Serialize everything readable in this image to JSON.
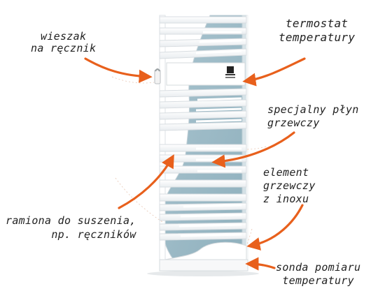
{
  "labels": {
    "towel_hook": {
      "line1": "wieszak",
      "line2": "na ręcznik"
    },
    "thermostat": {
      "line1": "termostat",
      "line2": "temperatury"
    },
    "heating_plate": {
      "line1": "specjalny płyn",
      "line2": "grzewczy"
    },
    "heating_element": {
      "line1": "element",
      "line2": "grzewczy",
      "line3": "z inoxu"
    },
    "drying_arms": {
      "line1": "ramiona do suszenia,",
      "line2": "np. ręczników"
    },
    "temp_probe": {
      "line1": "sonda pomiaru",
      "line2": "temperatury"
    }
  },
  "colors": {
    "arrow": "#e8601c",
    "panel_blue": "#9dbac6",
    "radiator_white": "#ffffff",
    "outline": "#d9dee2"
  },
  "icons": {
    "arrow": "curved-arrow-icon",
    "hook": "towel-hook-icon",
    "thermostat": "thermostat-icon"
  }
}
